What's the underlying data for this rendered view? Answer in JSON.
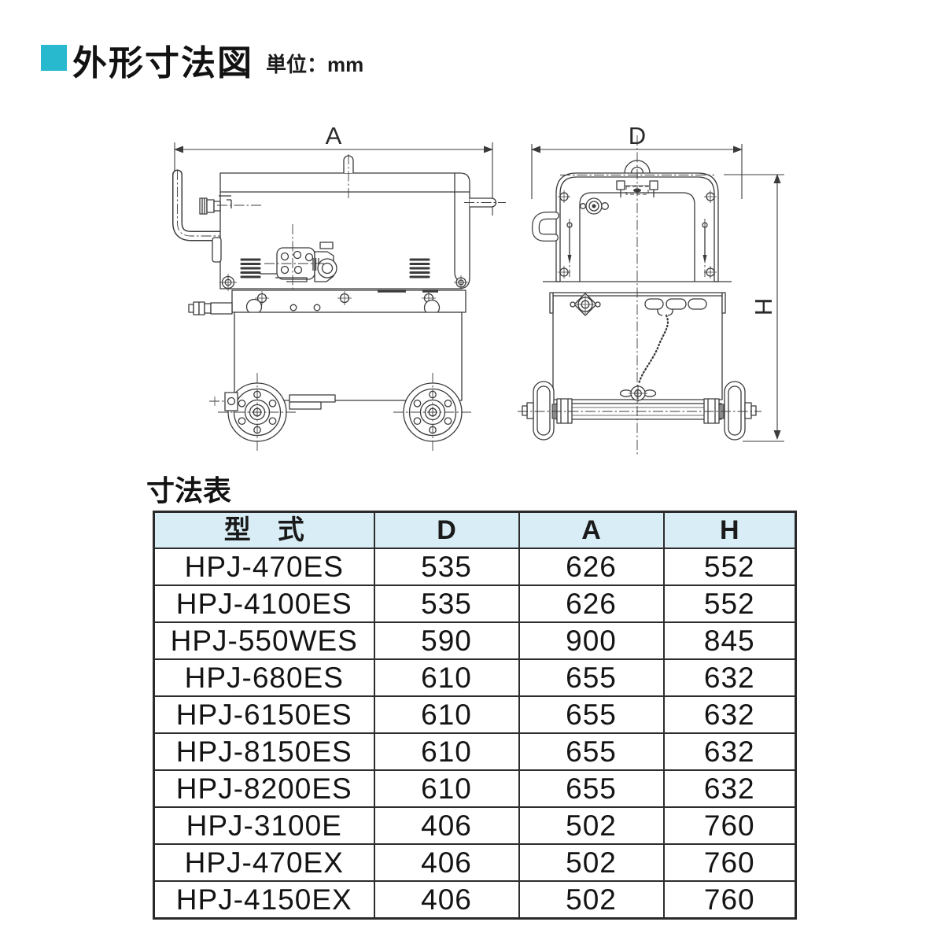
{
  "header": {
    "section_marker_color": "#29b9cf",
    "title": "外形寸法図",
    "unit_label": "単位：mm"
  },
  "diagram": {
    "side_view": {
      "dim_width_label": "A"
    },
    "front_view": {
      "dim_width_label": "D",
      "dim_height_label": "H"
    }
  },
  "table_section": {
    "heading": "寸法表",
    "header_bg": "#d8edf5",
    "columns": [
      "型　式",
      "D",
      "A",
      "H"
    ],
    "rows": [
      {
        "model": "HPJ-470ES",
        "d": "535",
        "a": "626",
        "h": "552"
      },
      {
        "model": "HPJ-4100ES",
        "d": "535",
        "a": "626",
        "h": "552"
      },
      {
        "model": "HPJ-550WES",
        "d": "590",
        "a": "900",
        "h": "845"
      },
      {
        "model": "HPJ-680ES",
        "d": "610",
        "a": "655",
        "h": "632"
      },
      {
        "model": "HPJ-6150ES",
        "d": "610",
        "a": "655",
        "h": "632"
      },
      {
        "model": "HPJ-8150ES",
        "d": "610",
        "a": "655",
        "h": "632"
      },
      {
        "model": "HPJ-8200ES",
        "d": "610",
        "a": "655",
        "h": "632"
      },
      {
        "model": "HPJ-3100E",
        "d": "406",
        "a": "502",
        "h": "760"
      },
      {
        "model": "HPJ-470EX",
        "d": "406",
        "a": "502",
        "h": "760"
      },
      {
        "model": "HPJ-4150EX",
        "d": "406",
        "a": "502",
        "h": "760"
      }
    ]
  }
}
